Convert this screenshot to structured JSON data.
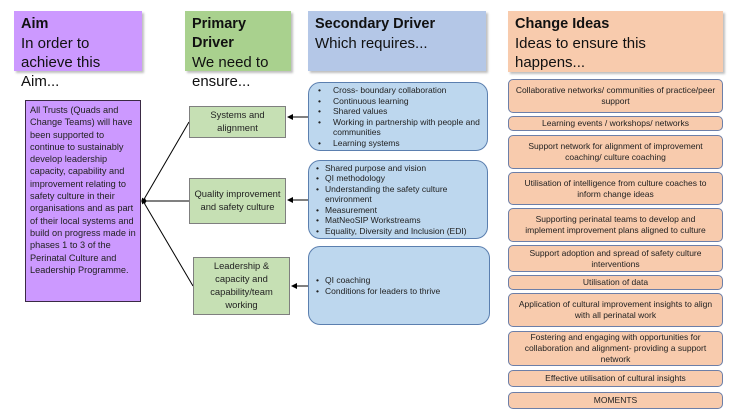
{
  "headers": {
    "aim": {
      "title": "Aim",
      "subtitle": "In order to achieve this Aim..."
    },
    "primary": {
      "title": "Primary Driver",
      "subtitle": "We need to ensure..."
    },
    "secondary": {
      "title": "Secondary Driver",
      "subtitle": "Which requires..."
    },
    "change": {
      "title": "Change Ideas",
      "subtitle": "Ideas to ensure this happens..."
    }
  },
  "aim_text": "All Trusts (Quads and Change Teams) will have been supported to continue to sustainably develop leadership capacity, capability and improvement relating to safety culture in their organisations and as part of their local systems and build on progress made in phases 1 to 3 of the Perinatal Culture and Leadership Programme.",
  "primary_drivers": [
    "Systems and alignment",
    "Quality improvement and safety culture",
    "Leadership & capacity and capability/team working"
  ],
  "secondary_drivers": [
    [
      "Cross- boundary collaboration",
      "Continuous learning",
      "Shared values",
      "Working in partnership with people and communities",
      "Learning systems"
    ],
    [
      "Shared purpose and vision",
      "QI methodology",
      "Understanding the safety culture environment",
      "Measurement",
      "MatNeoSIP Workstreams",
      "Equality, Diversity and Inclusion (EDI)"
    ],
    [
      "QI coaching",
      "Conditions for leaders to thrive"
    ]
  ],
  "change_ideas": [
    "Collaborative networks/ communities of practice/peer support",
    "Learning events / workshops/ networks",
    "Support network for alignment of improvement coaching/ culture coaching",
    "Utilisation of intelligence from culture coaches to inform change ideas",
    "Supporting perinatal teams to develop and implement improvement plans aligned to culture",
    "Support adoption and spread of safety culture interventions",
    "Utilisation of data",
    "Application of cultural improvement insights to align with all perinatal work",
    "Fostering and engaging with opportunities for collaboration and alignment- providing a support network",
    "Effective utilisation of cultural insights",
    "MOMENTS"
  ],
  "colors": {
    "aim": "#cc99ff",
    "primary_header": "#a9d18e",
    "primary_box": "#c6e0b4",
    "secondary": "#b4c7e7",
    "secondary_box": "#bdd7ee",
    "change": "#f8cbad"
  }
}
